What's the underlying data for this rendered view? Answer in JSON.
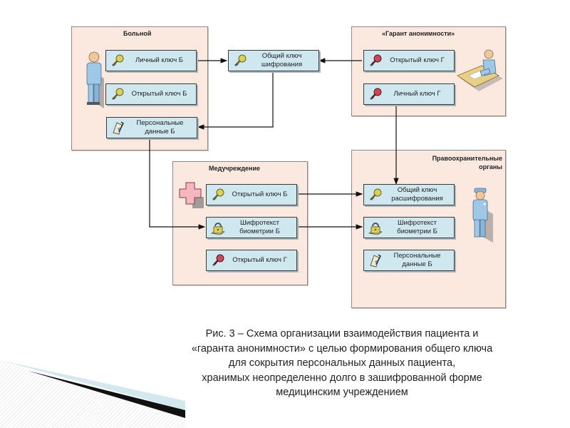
{
  "panels": {
    "patient": {
      "title": "Больной"
    },
    "guarantor": {
      "title": "«Гарант анонимности»"
    },
    "clinic": {
      "title": "Медучреждение"
    },
    "law": {
      "title": "Правоохранительные\nорганы",
      "title_line1": "Правоохранительные",
      "title_line2": "органы"
    }
  },
  "nodes": {
    "patient_private_key": {
      "label": "Личный ключ Б",
      "icon": "key-yellow-icon"
    },
    "patient_public_key": {
      "label": "Открытый ключ Б",
      "icon": "key-yellow-icon"
    },
    "patient_personal_data": {
      "label": "Персональные\nданные Б",
      "icon": "document-pen-icon"
    },
    "shared_encryption_key": {
      "label": "Общий ключ\nшифрования",
      "icon": "key-yellow-icon"
    },
    "guarantor_public_key": {
      "label": "Открытый ключ Г",
      "icon": "key-red-icon"
    },
    "guarantor_private_key": {
      "label": "Личный ключ Г",
      "icon": "key-red-icon"
    },
    "clinic_public_key_b": {
      "label": "Открытый ключ Б",
      "icon": "key-yellow-icon"
    },
    "clinic_ciphertext": {
      "label": "Шифротекст\nбиометрии Б",
      "icon": "padlock-icon"
    },
    "clinic_public_key_g": {
      "label": "Открытый ключ Г",
      "icon": "key-red-icon"
    },
    "law_shared_decryption_key": {
      "label": "Общий ключ\nрасшифрования",
      "icon": "key-yellow-icon"
    },
    "law_ciphertext": {
      "label": "Шифротекст\nбиометрии Б",
      "icon": "padlock-icon"
    },
    "law_personal_data": {
      "label": "Персональные\nданные Б",
      "icon": "document-pen-icon"
    }
  },
  "figures": {
    "patient": "person-icon",
    "guarantor": "person-at-desk-icon",
    "clinic": "medical-cross-icon",
    "law": "police-officer-icon"
  },
  "caption": {
    "line1": "Рис. 3 – Схема организации взаимодействия пациента и",
    "line2": "«гаранта анонимности» с целью формирования общего ключа",
    "line3": "для сокрытия персональных данных пациента,",
    "line4": "хранимых неопределенно долго в зашифрованной форме",
    "line5": "медицинским учреждением"
  },
  "colors": {
    "panel_fill": "#fbe9df",
    "node_fill": "#cfe8ef",
    "key_yellow": "#d9cf5a",
    "key_red": "#c8485a",
    "cross_pink": "#f4b6bf",
    "person_blue": "#9fc7e6"
  }
}
